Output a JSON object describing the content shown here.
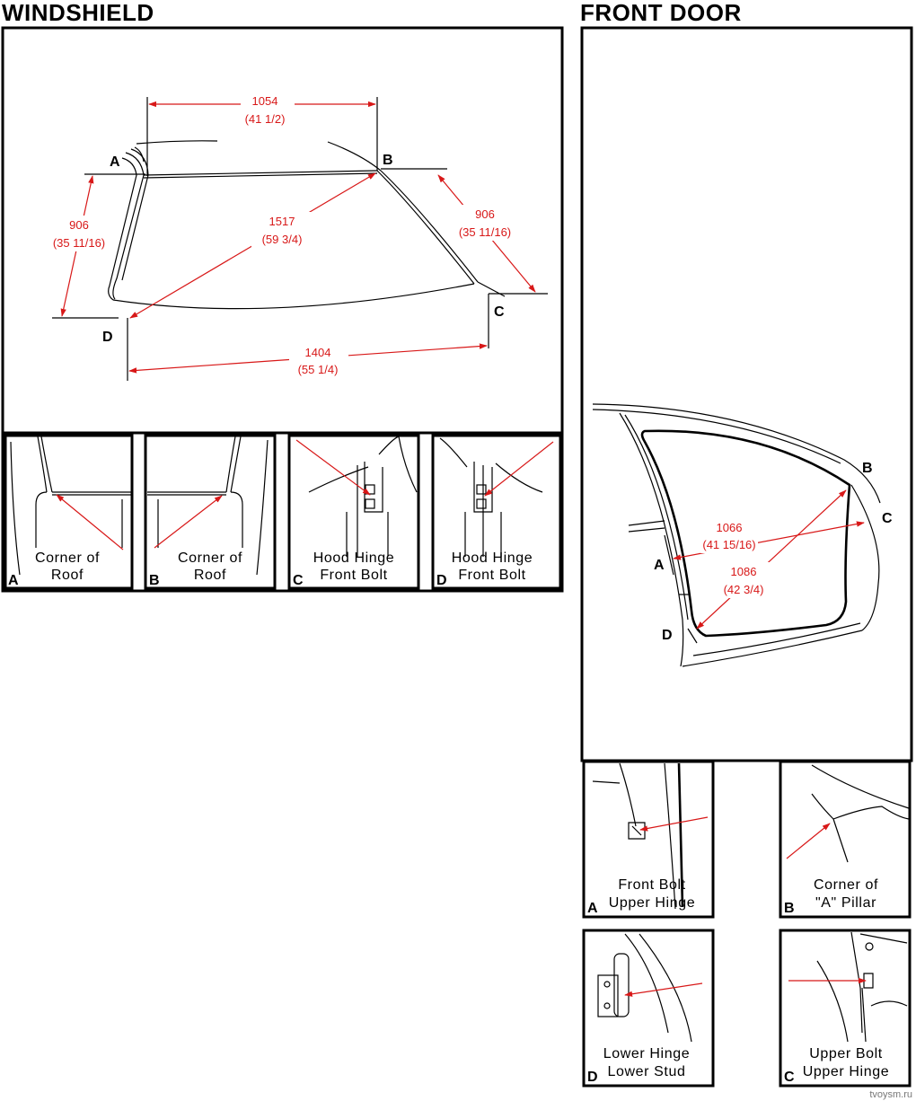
{
  "windshield": {
    "title": "WINDSHIELD",
    "points": {
      "a": "A",
      "b": "B",
      "c": "C",
      "d": "D"
    },
    "dims": {
      "top": {
        "mm": "1054",
        "in": "(41 1/2)"
      },
      "left": {
        "mm": "906",
        "in": "(35 11/16)"
      },
      "right": {
        "mm": "906",
        "in": "(35 11/16)"
      },
      "diagonal": {
        "mm": "1517",
        "in": "(59 3/4)"
      },
      "bottom": {
        "mm": "1404",
        "in": "(55 1/4)"
      }
    },
    "details": [
      {
        "letter": "A",
        "line1": "Corner of",
        "line2": "Roof"
      },
      {
        "letter": "B",
        "line1": "Corner of",
        "line2": "Roof"
      },
      {
        "letter": "C",
        "line1": "Hood Hinge",
        "line2": "Front Bolt"
      },
      {
        "letter": "D",
        "line1": "Hood Hinge",
        "line2": "Front Bolt"
      }
    ]
  },
  "front_door": {
    "title": "FRONT DOOR",
    "points": {
      "a": "A",
      "b": "B",
      "c": "C",
      "d": "D"
    },
    "dims": {
      "ac": {
        "mm": "1066",
        "in": "(41 15/16)"
      },
      "db": {
        "mm": "1086",
        "in": "(42 3/4)"
      }
    },
    "details": [
      {
        "letter": "A",
        "line1": "Front Bolt",
        "line2": "Upper Hinge"
      },
      {
        "letter": "B",
        "line1": "Corner of",
        "line2": "\"A\" Pillar"
      },
      {
        "letter": "D",
        "line1": "Lower Hinge",
        "line2": "Lower Stud"
      },
      {
        "letter": "C",
        "line1": "Upper Bolt",
        "line2": "Upper Hinge"
      }
    ]
  },
  "watermark": "tvoysm.ru"
}
